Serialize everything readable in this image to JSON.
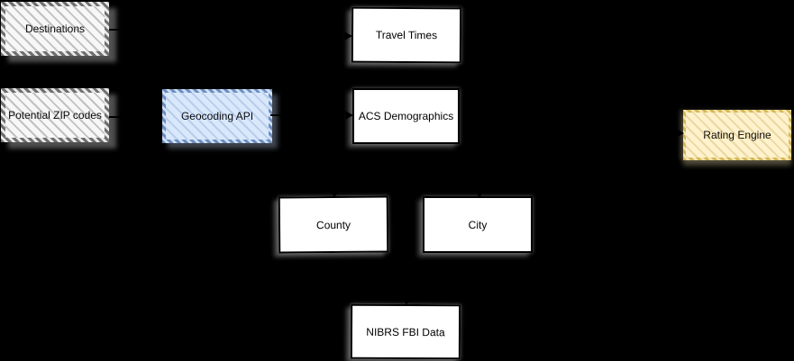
{
  "diagram": {
    "background_color": "#000000",
    "connector_color": "#000000",
    "nodes": [
      {
        "id": "destinations",
        "label": "Destinations",
        "style": "hatch-gray",
        "fill": "#f7f7f7",
        "border": "#6f6f6f"
      },
      {
        "id": "potential-zip-codes",
        "label": "Potential ZIP codes",
        "style": "hatch-gray",
        "fill": "#f7f7f7",
        "border": "#6f6f6f"
      },
      {
        "id": "geocoding-api",
        "label": "Geocoding API",
        "style": "hatch-blue",
        "fill": "#dae8fc",
        "border": "#6c8ebf"
      },
      {
        "id": "travel-times",
        "label": "Travel Times",
        "style": "plain",
        "fill": "#ffffff",
        "border": "#000000"
      },
      {
        "id": "acs-demographics",
        "label": "ACS Demographics",
        "style": "plain",
        "fill": "#ffffff",
        "border": "#000000"
      },
      {
        "id": "county",
        "label": "County",
        "style": "plain",
        "fill": "#ffffff",
        "border": "#000000"
      },
      {
        "id": "city",
        "label": "City",
        "style": "plain",
        "fill": "#ffffff",
        "border": "#000000"
      },
      {
        "id": "nibrs-fbi-data",
        "label": "NIBRS FBI Data",
        "style": "plain",
        "fill": "#ffffff",
        "border": "#000000"
      },
      {
        "id": "rating-engine",
        "label": "Rating Engine",
        "style": "hatch-yellow",
        "fill": "#fff2cc",
        "border": "#d6b656"
      }
    ],
    "edges": [
      {
        "from": "destinations",
        "to": "travel-times"
      },
      {
        "from": "potential-zip-codes",
        "to": "geocoding-api"
      },
      {
        "from": "geocoding-api",
        "to": "acs-demographics"
      },
      {
        "from": null,
        "to": "county"
      },
      {
        "from": null,
        "to": "city"
      },
      {
        "from": null,
        "to": "nibrs-fbi-data"
      },
      {
        "from": null,
        "to": "rating-engine"
      }
    ]
  }
}
